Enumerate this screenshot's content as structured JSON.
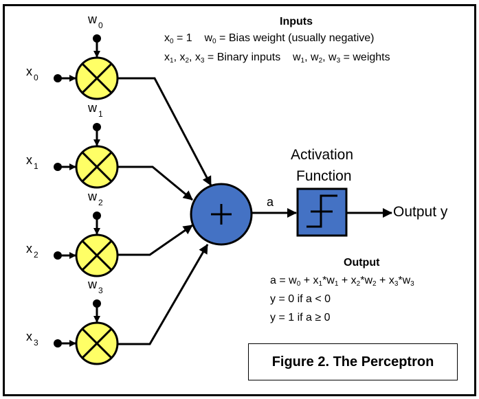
{
  "figure": {
    "caption": "Figure 2.  The Perceptron",
    "colors": {
      "multiplier_fill": "#FFFF66",
      "summation_fill": "#4472C4",
      "activation_fill": "#4472C4",
      "stroke": "#000000"
    }
  },
  "inputs": [
    {
      "x_label": "x",
      "x_index": "0",
      "w_label": "w",
      "w_index": "0"
    },
    {
      "x_label": "x",
      "x_index": "1",
      "w_label": "w",
      "w_index": "1"
    },
    {
      "x_label": "x",
      "x_index": "2",
      "w_label": "w",
      "w_index": "2"
    },
    {
      "x_label": "x",
      "x_index": "3",
      "w_label": "w",
      "w_index": "3"
    }
  ],
  "summation": {
    "symbol": "+",
    "output_label": "a"
  },
  "activation": {
    "title_line1": "Activation",
    "title_line2": "Function",
    "icon": "step-function-icon"
  },
  "output": {
    "label": "Output y"
  },
  "inputs_panel": {
    "title": "Inputs",
    "line1": {
      "a": "x",
      "a_sub": "0",
      "a_rest": " = 1    ",
      "b": "w",
      "b_sub": "0",
      "b_rest": " = Bias weight (usually negative)"
    },
    "line2": {
      "x1": "x",
      "s1": "1",
      "sep1": ", ",
      "x2": "x",
      "s2": "2",
      "sep2": ", ",
      "x3": "x",
      "s3": "3",
      "mid": " = Binary inputs    ",
      "w1": "w",
      "t1": "1",
      "sep3": ", ",
      "w2": "w",
      "t2": "2",
      "sep4": ", ",
      "w3": "w",
      "t3": "3",
      "end": " = weights"
    }
  },
  "output_panel": {
    "title": "Output",
    "eq": {
      "p0": "a = ",
      "w0": "w",
      "w0s": "0",
      "p1": " + ",
      "x1": "x",
      "x1s": "1",
      "m1": "*",
      "w1": "w",
      "w1s": "1",
      "p2": " + ",
      "x2": "x",
      "x2s": "2",
      "m2": "*",
      "w2": "w",
      "w2s": "2",
      "p3": " + ",
      "x3": "x",
      "x3s": "3",
      "m3": "*",
      "w3": "w",
      "w3s": "3"
    },
    "rule1": "y = 0 if a < 0",
    "rule2": "y = 1 if a ≥ 0"
  }
}
